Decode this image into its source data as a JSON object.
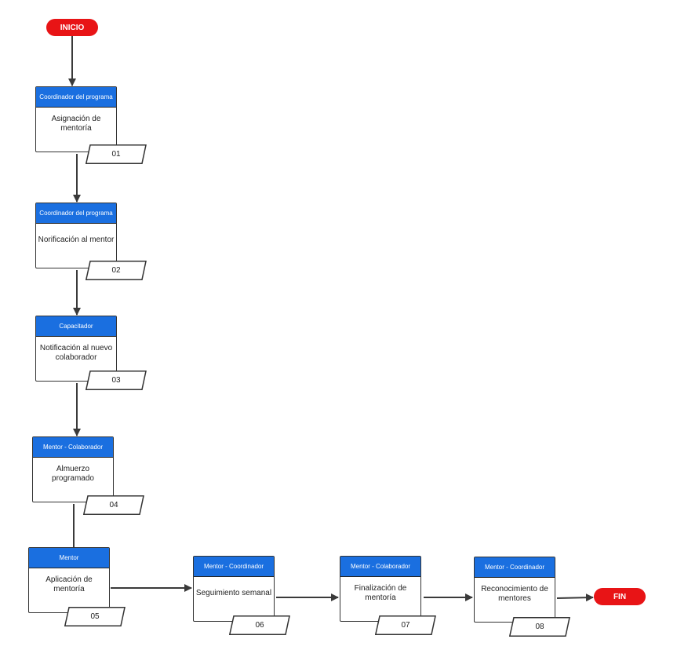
{
  "colors": {
    "header": "#1a6fe0",
    "terminal": "#e81416",
    "line": "#3a3a3a"
  },
  "start_label": "INICIO",
  "end_label": "FIN",
  "steps": [
    {
      "role": "Coordinador del programa",
      "title": "Asignación de mentoría",
      "number": "01"
    },
    {
      "role": "Coordinador del programa",
      "title": "Norificación al mentor",
      "number": "02"
    },
    {
      "role": "Capacitador",
      "title": "Notificación al nuevo colaborador",
      "number": "03"
    },
    {
      "role": "Mentor - Colaborador",
      "title": "Almuerzo programado",
      "number": "04"
    },
    {
      "role": "Mentor",
      "title": "Aplicación de mentoría",
      "number": "05"
    },
    {
      "role": "Mentor - Coordinador",
      "title": "Seguimiento semanal",
      "number": "06"
    },
    {
      "role": "Mentor - Colaborador",
      "title": "Finalización de mentoría",
      "number": "07"
    },
    {
      "role": "Mentor - Coordinador",
      "title": "Reconocimiento de mentores",
      "number": "08"
    }
  ]
}
